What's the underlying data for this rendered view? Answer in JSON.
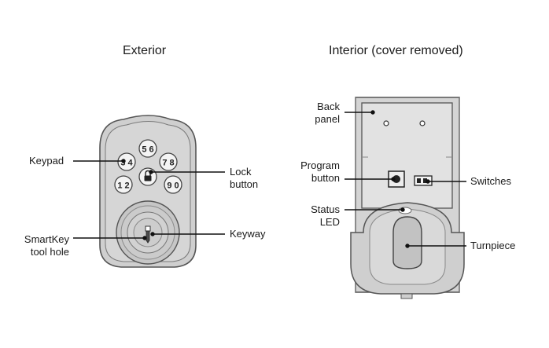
{
  "titles": {
    "exterior": "Exterior",
    "interior": "Interior (cover removed)"
  },
  "exterior": {
    "keys": [
      "5 6",
      "3 4",
      "7 8",
      "1 2",
      "9 0"
    ],
    "labels": {
      "keypad": "Keypad",
      "lock_button_line1": "Lock",
      "lock_button_line2": "button",
      "smartkey_line1": "SmartKey",
      "smartkey_line2": "tool hole",
      "keyway": "Keyway"
    }
  },
  "interior": {
    "labels": {
      "back_panel_line1": "Back",
      "back_panel_line2": "panel",
      "program_button_line1": "Program",
      "program_button_line2": "button",
      "status_led_line1": "Status",
      "status_led_line2": "LED",
      "switches": "Switches",
      "turnpiece": "Turnpiece"
    }
  },
  "colors": {
    "lock_body": "#cfcfcf",
    "lock_stroke": "#555555",
    "panel": "#e2e2e2",
    "key_button": "#f4f4f4",
    "leader_line": "#111111"
  }
}
